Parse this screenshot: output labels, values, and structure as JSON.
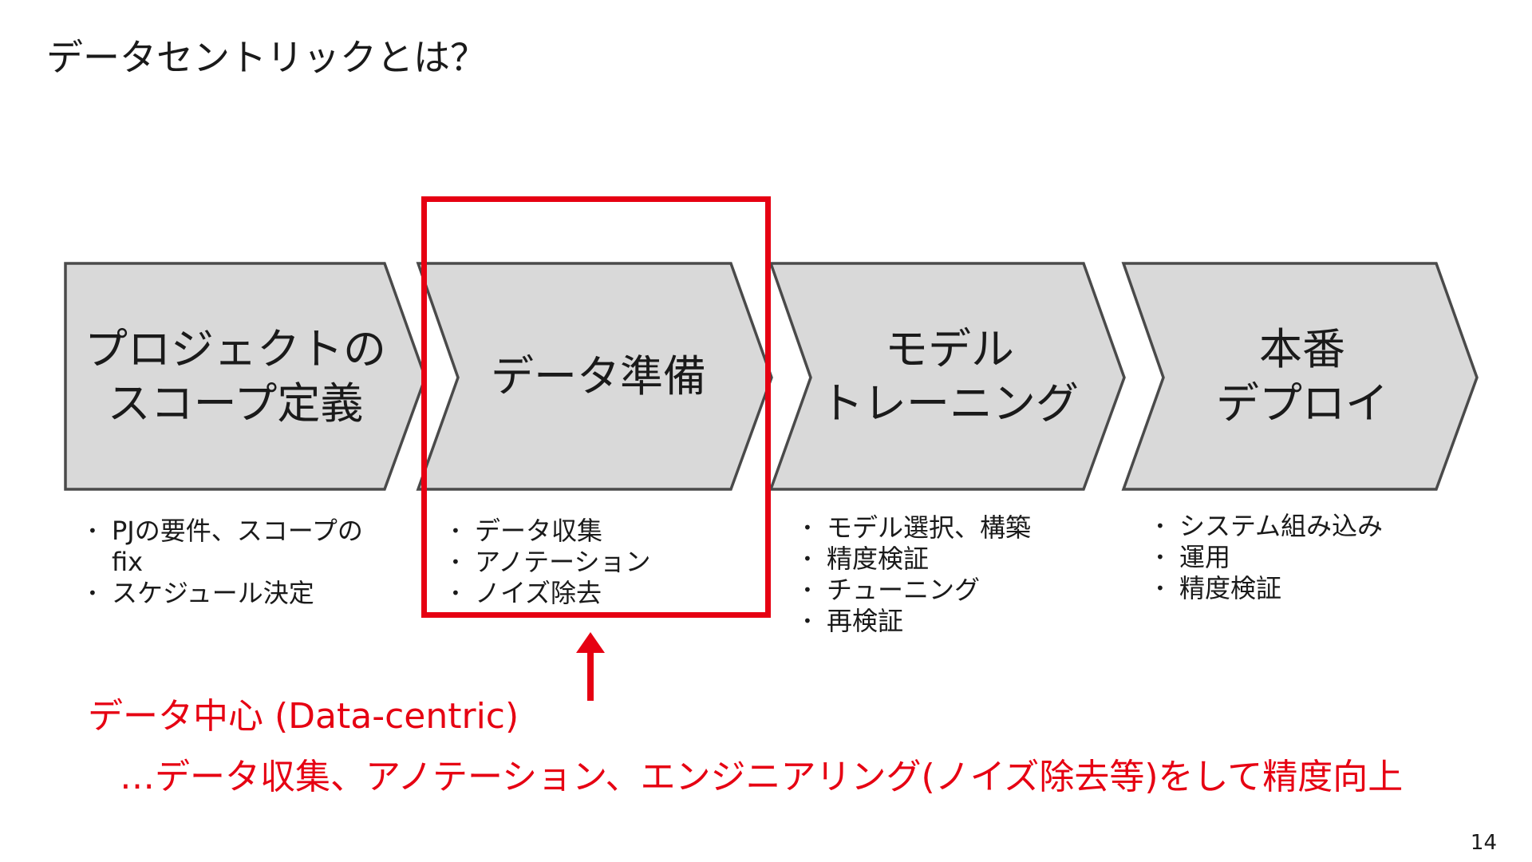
{
  "title": "データセントリックとは？",
  "steps": [
    {
      "label_lines": [
        "プロジェクトの",
        "スコープ定義"
      ],
      "bullets": [
        "PJの要件、スコープのfix",
        "スケジュール決定"
      ]
    },
    {
      "label_lines": [
        "データ準備"
      ],
      "bullets": [
        "データ収集",
        "アノテーション",
        "ノイズ除去"
      ]
    },
    {
      "label_lines": [
        "モデル",
        "トレーニング"
      ],
      "bullets": [
        "モデル選択、構築",
        "精度検証",
        "チューニング",
        "再検証"
      ]
    },
    {
      "label_lines": [
        "本番",
        "デプロイ"
      ],
      "bullets": [
        "システム組み込み",
        "運用",
        "精度検証"
      ]
    }
  ],
  "callout": {
    "heading": "データ中心 (Data-centric)",
    "detail": "…データ収集、アノテーション、エンジニアリング(ノイズ除去等)をして精度向上"
  },
  "colors": {
    "accent": "#e60012",
    "chevron_fill": "#d9d9d9",
    "chevron_stroke": "#4a4a4a"
  },
  "page_number": "14"
}
